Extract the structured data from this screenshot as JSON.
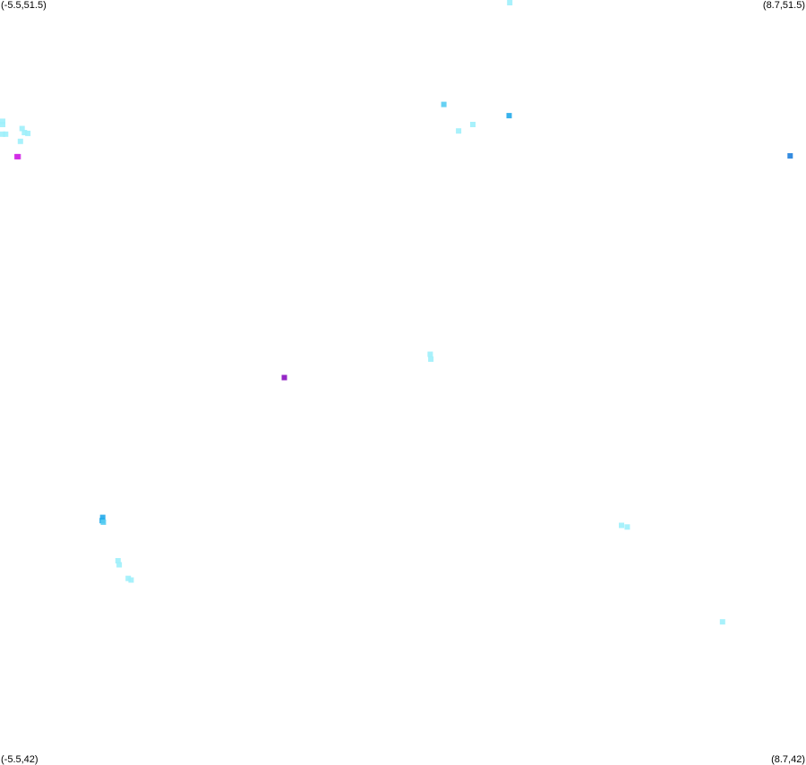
{
  "labels": {
    "top_left": "(-5.5,51.5)",
    "top_right": "(8.7,51.5)",
    "bottom_left": "(-5.5,42)",
    "bottom_right": "(8.7,42)"
  },
  "colors": {
    "background": "#ffffff",
    "light_cyan": "#9ef0fb",
    "sky_blue": "#55ccf2",
    "mid_blue": "#22aaea",
    "deep_blue": "#1f80dd",
    "magenta": "#d22ae6",
    "purple": "#8a10c0"
  },
  "chart_data": {
    "type": "scatter",
    "xlim": [
      -5.5,
      8.7
    ],
    "ylim": [
      42,
      51.5
    ],
    "grid": false,
    "points": [
      {
        "x": 3.48,
        "y": 51.5,
        "color": "#9ef0fb"
      },
      {
        "x": -5.5,
        "y": 49.99,
        "color": "#9ef0fb"
      },
      {
        "x": -5.49,
        "y": 49.95,
        "color": "#9ef0fb"
      },
      {
        "x": -5.48,
        "y": 49.83,
        "color": "#9ef0fb"
      },
      {
        "x": -5.4,
        "y": 49.83,
        "color": "#9ef0fb"
      },
      {
        "x": -5.11,
        "y": 49.9,
        "color": "#9ef0fb"
      },
      {
        "x": -5.07,
        "y": 49.85,
        "color": "#9ef0fb"
      },
      {
        "x": -5.01,
        "y": 49.84,
        "color": "#9ef0fb"
      },
      {
        "x": -5.14,
        "y": 49.74,
        "color": "#9ef0fb"
      },
      {
        "x": -5.18,
        "y": 49.55,
        "color": "#d22ae6"
      },
      {
        "x": -5.2,
        "y": 49.55,
        "color": "#d22ae6"
      },
      {
        "x": 2.32,
        "y": 50.2,
        "color": "#55ccf2"
      },
      {
        "x": 3.47,
        "y": 50.06,
        "color": "#22aaea"
      },
      {
        "x": 2.58,
        "y": 49.87,
        "color": "#9ef0fb"
      },
      {
        "x": 2.83,
        "y": 49.95,
        "color": "#9ef0fb"
      },
      {
        "x": 8.42,
        "y": 49.56,
        "color": "#1f80dd"
      },
      {
        "x": 2.08,
        "y": 47.09,
        "color": "#9ef0fb"
      },
      {
        "x": 2.09,
        "y": 47.03,
        "color": "#9ef0fb"
      },
      {
        "x": -0.49,
        "y": 46.8,
        "color": "#8a10c0"
      },
      {
        "x": -3.69,
        "y": 45.06,
        "color": "#22aaea"
      },
      {
        "x": -3.7,
        "y": 45.02,
        "color": "#22aaea"
      },
      {
        "x": -3.68,
        "y": 45.0,
        "color": "#55ccf2"
      },
      {
        "x": -3.42,
        "y": 44.52,
        "color": "#9ef0fb"
      },
      {
        "x": -3.4,
        "y": 44.47,
        "color": "#9ef0fb"
      },
      {
        "x": -3.24,
        "y": 44.3,
        "color": "#9ef0fb"
      },
      {
        "x": -3.19,
        "y": 44.28,
        "color": "#9ef0fb"
      },
      {
        "x": 5.45,
        "y": 44.96,
        "color": "#9ef0fb"
      },
      {
        "x": 5.55,
        "y": 44.94,
        "color": "#9ef0fb"
      },
      {
        "x": 7.23,
        "y": 43.76,
        "color": "#9ef0fb"
      }
    ]
  }
}
